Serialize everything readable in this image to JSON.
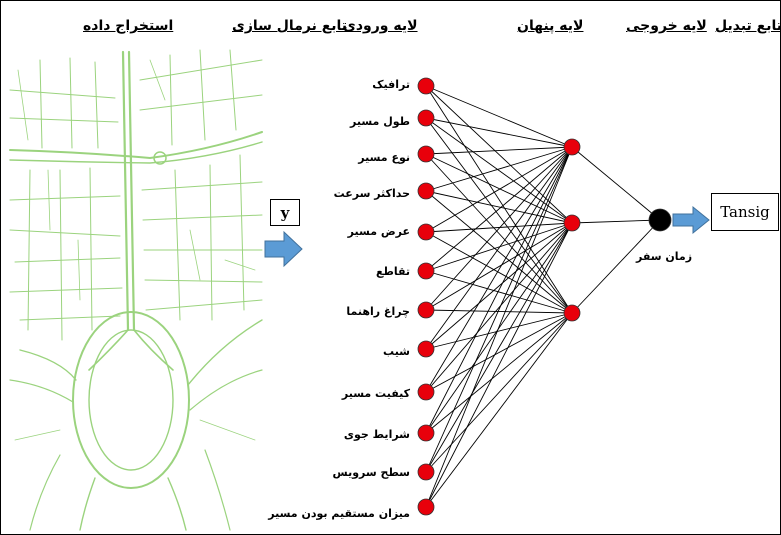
{
  "headers": {
    "data_extraction": "استخراج داده",
    "normalization_function": "تابع نرمال سازی",
    "input_layer": "لایه ورودی",
    "hidden_layer": "لایه پنهان",
    "output_layer": "لایه خروجی",
    "transfer_function": "تابع تبدیل"
  },
  "input_nodes": [
    "ترافیک",
    "طول مسیر",
    "نوع مسیر",
    "حداکثر سرعت",
    "عرض مسیر",
    "تقاطع",
    "چراغ راهنما",
    "شیب",
    "کیفیت مسیر",
    "شرایط جوی",
    "سطح سرویس",
    "میزان مستقیم بودن مسیر"
  ],
  "hidden_node_count": 3,
  "normalized_label": "y",
  "output_label": "زمان سفر",
  "transfer_label": "Tansig",
  "colors": {
    "node_fill": "#e8000b",
    "output_node": "#000000",
    "arrow_fill": "#5b9bd5",
    "road_color": "#9bd37e"
  }
}
